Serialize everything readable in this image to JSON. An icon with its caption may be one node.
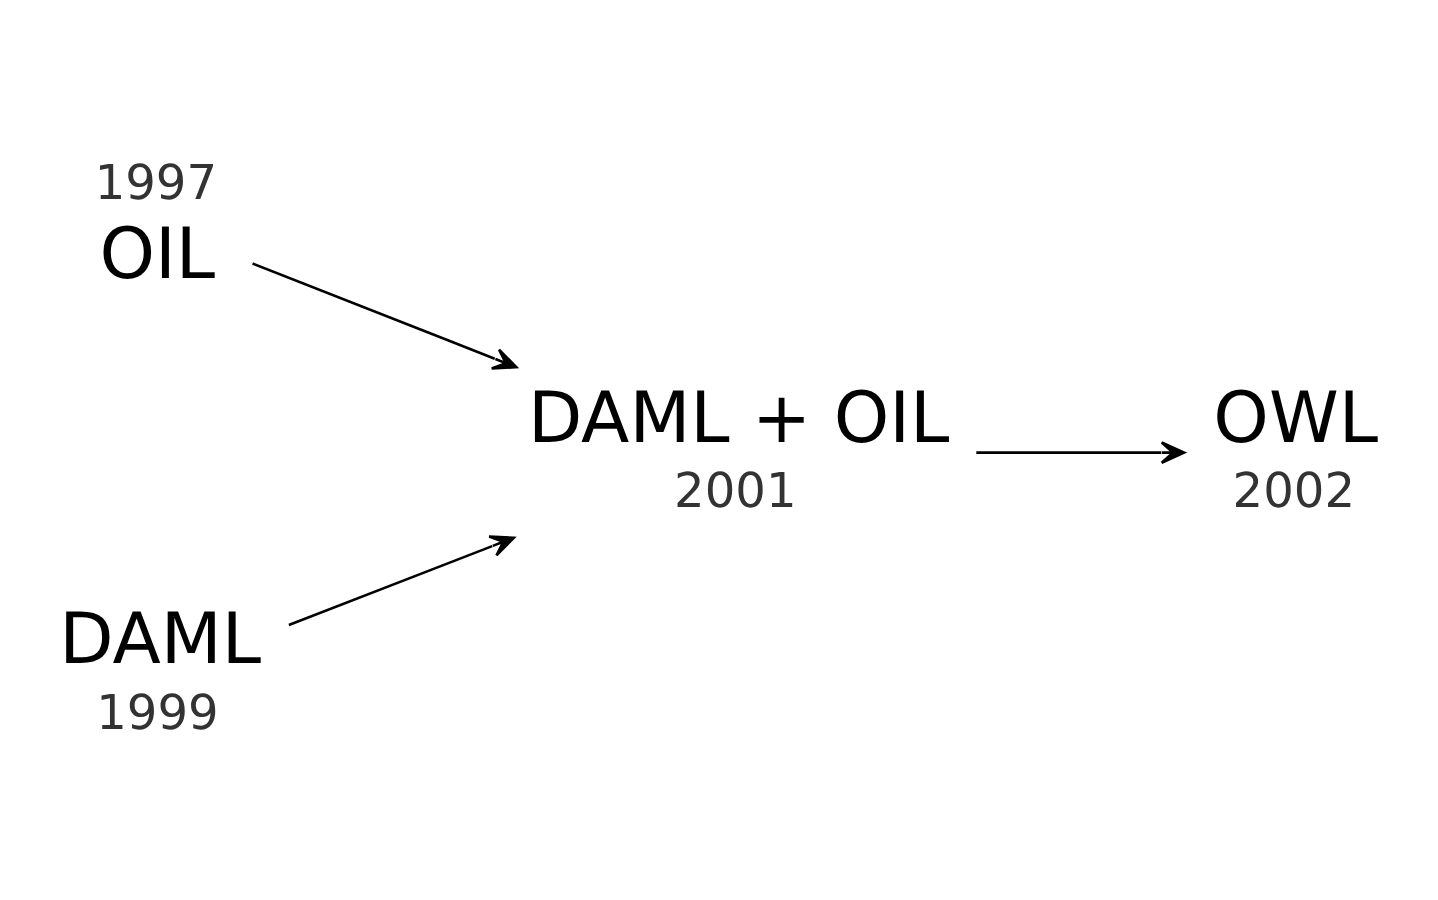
{
  "diagram": {
    "nodes": [
      {
        "text": [
          "OIL"
        ],
        "beside": [
          "1997"
        ]
      },
      {
        "text": [
          "DAML"
        ],
        "beside": [
          "1999"
        ]
      },
      {
        "text": [
          "DAML + OIL"
        ],
        "beside": [
          "2001"
        ]
      },
      {
        "text": [
          "OWL"
        ],
        "beside": [
          "2002"
        ]
      }
    ],
    "edges": [
      {
        "from": 0,
        "to": 2,
        "arrow": "to"
      },
      {
        "from": 1,
        "to": 2,
        "arrow": "to"
      },
      {
        "from": 2,
        "to": 3,
        "arrow": "to"
      }
    ]
  }
}
